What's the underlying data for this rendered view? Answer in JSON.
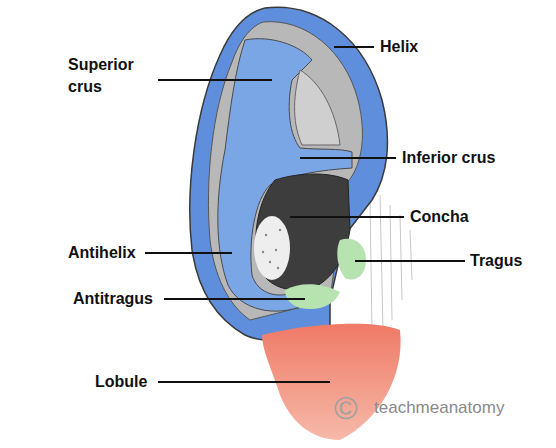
{
  "diagram": {
    "labels": [
      "Superior crus",
      "Helix",
      "Inferior crus",
      "Concha",
      "Antihelix",
      "Tragus",
      "Antitragus",
      "Lobule",
      "©",
      "teachmeanatomy"
    ]
  }
}
